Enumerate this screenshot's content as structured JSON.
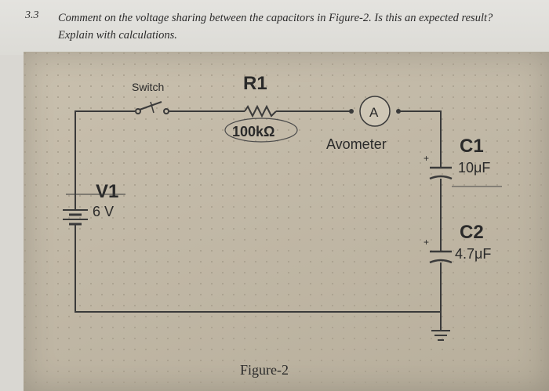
{
  "question": {
    "number": "3.3",
    "text": "Comment on the voltage sharing between the capacitors in Figure-2. Is this an expected result? Explain with calculations."
  },
  "circuit": {
    "switch_label": "Switch",
    "resistor_name": "R1",
    "resistor_value": "100kΩ",
    "meter_symbol": "A",
    "meter_label": "Avometer",
    "source_name": "V1",
    "source_value": "6 V",
    "cap1_name": "C1",
    "cap1_value": "10μF",
    "cap2_name": "C2",
    "cap2_value": "4.7μF",
    "plus_sign": "+",
    "caption": "Figure-2"
  }
}
